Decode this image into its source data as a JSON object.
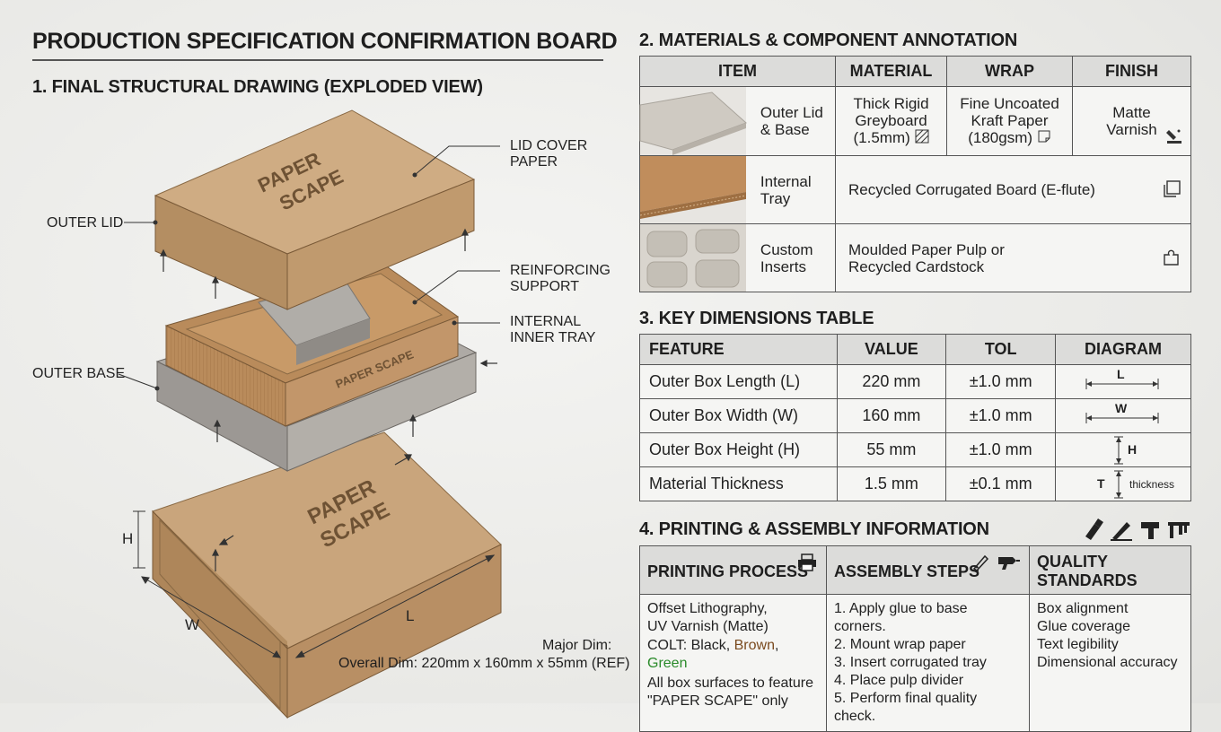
{
  "title": "PRODUCTION SPECIFICATION CONFIRMATION BOARD",
  "section1": {
    "heading": "1. FINAL STRUCTURAL DRAWING (EXPLODED VIEW)",
    "labels": {
      "lid_cover_paper_1": "LID COVER",
      "lid_cover_paper_2": "PAPER",
      "outer_lid": "OUTER LID",
      "reinforcing_1": "REINFORCING",
      "reinforcing_2": "SUPPORT",
      "internal_1": "INTERNAL",
      "internal_2": "INNER TRAY",
      "outer_base": "OUTER BASE",
      "dim_h": "H",
      "dim_w": "W",
      "dim_l": "L"
    },
    "brand_line1": "PAPER",
    "brand_line2": "SCAPE",
    "tray_brand": "PAPER SCAPE",
    "major_dim": "Major  Dim:",
    "overall_dim": "Overall Dim: 220mm x 160mm x 55mm (REF)"
  },
  "section2": {
    "heading": "2. MATERIALS & COMPONENT ANNOTATION",
    "headers": [
      "ITEM",
      "MATERIAL",
      "WRAP",
      "FINISH"
    ],
    "rows": [
      {
        "item_1": "Outer Lid",
        "item_2": "& Base",
        "material_1": "Thick Rigid",
        "material_2": "Greyboard",
        "material_3": "(1.5mm)",
        "wrap_1": "Fine Uncoated",
        "wrap_2": "Kraft Paper",
        "wrap_3": "(180gsm)",
        "finish_1": "Matte",
        "finish_2": "Varnish"
      },
      {
        "item_1": "Internal",
        "item_2": "Tray",
        "material": "Recycled Corrugated Board (E-flute)"
      },
      {
        "item_1": "Custom",
        "item_2": "Inserts",
        "material_1": "Moulded Paper Pulp or",
        "material_2": "Recycled Cardstock"
      }
    ]
  },
  "section3": {
    "heading": "3. KEY DIMENSIONS TABLE",
    "headers": [
      "FEATURE",
      "VALUE",
      "TOL",
      "DIAGRAM"
    ],
    "rows": [
      {
        "feature": "Outer Box Length (L)",
        "value": "220 mm",
        "tol": "±1.0 mm",
        "diagram": "L"
      },
      {
        "feature": "Outer Box Width (W)",
        "value": "160 mm",
        "tol": "±1.0 mm",
        "diagram": "W"
      },
      {
        "feature": "Outer Box Height (H)",
        "value": "55 mm",
        "tol": "±1.0 mm",
        "diagram": "H"
      },
      {
        "feature": "Material Thickness",
        "value": "1.5 mm",
        "tol": "±0.1 mm",
        "diagram": "T",
        "diagram_extra": "thickness"
      }
    ]
  },
  "section4": {
    "heading": "4. PRINTING & ASSEMBLY INFORMATION",
    "headers": [
      "PRINTING PROCESS",
      "ASSEMBLY STEPS",
      "QUALITY STANDARDS"
    ],
    "printing": {
      "line1": "Offset Lithography,",
      "line2": "UV Varnish (Matte)",
      "colt_prefix": "COLT: Black, ",
      "colt_brown": "Brown",
      "colt_sep": ", ",
      "colt_green": "Green",
      "line4": "All box surfaces to feature",
      "line5": "\"PAPER SCAPE\" only"
    },
    "steps": [
      "1. Apply glue to base corners.",
      "2. Mount wrap paper",
      "3. Insert corrugated tray",
      "4. Place pulp divider",
      "5. Perform final quality check."
    ],
    "quality": [
      "Box alignment",
      "Glue coverage",
      "Text legibility",
      "Dimensional accuracy"
    ]
  },
  "colors": {
    "kraft": "#c9a57c",
    "kraft_dark": "#b48e62",
    "kraft_side": "#a47c52",
    "grey_board": "#9c9894",
    "header_bg": "#dcdcda"
  },
  "icons": [
    "hatch-icon",
    "page-curl-icon",
    "varnish-bottle-icon",
    "layers-icon",
    "puzzle-icon",
    "printer-icon",
    "pen-icon",
    "glue-gun-icon",
    "brush-icon",
    "knife-icon",
    "stapler-icon",
    "caliper-icon"
  ]
}
